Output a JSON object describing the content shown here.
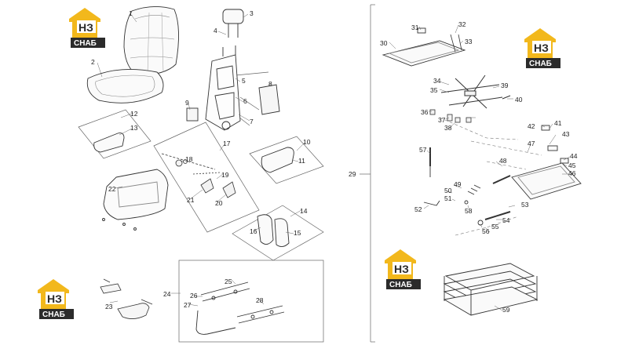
{
  "logos": [
    {
      "main": "НЗ",
      "sub": "СНАБ"
    },
    {
      "main": "НЗ",
      "sub": "СНАБ"
    },
    {
      "main": "НЗ",
      "sub": "СНАБ"
    },
    {
      "main": "НЗ",
      "sub": "СНАБ"
    }
  ],
  "colors": {
    "logo_yellow": "#f2b81c",
    "logo_dark": "#2b2b2b",
    "line": "#555555"
  },
  "callouts": {
    "c1": "1",
    "c2": "2",
    "c3": "3",
    "c4": "4",
    "c5": "5",
    "c6": "6",
    "c7": "7",
    "c8": "8",
    "c9": "9",
    "c10": "10",
    "c11": "11",
    "c12": "12",
    "c13": "13",
    "c14": "14",
    "c15": "15",
    "c16": "16",
    "c17": "17",
    "c18": "18",
    "c19": "19",
    "c20": "20",
    "c21": "21",
    "c22": "22",
    "c23": "23",
    "c24": "24",
    "c25": "25",
    "c26": "26",
    "c27": "27",
    "c28": "28",
    "c29": "29",
    "c30": "30",
    "c31": "31",
    "c32": "32",
    "c33": "33",
    "c34": "34",
    "c35": "35",
    "c36": "36",
    "c37": "37",
    "c38": "38",
    "c39": "39",
    "c40": "40",
    "c41": "41",
    "c42": "42",
    "c43": "43",
    "c44": "44",
    "c45": "45",
    "c46": "46",
    "c47": "47",
    "c48": "48",
    "c49": "49",
    "c50": "50",
    "c51": "51",
    "c52": "52",
    "c53": "53",
    "c54": "54",
    "c55": "55",
    "c56": "56",
    "c57": "57",
    "c58": "58",
    "c59": "59"
  }
}
